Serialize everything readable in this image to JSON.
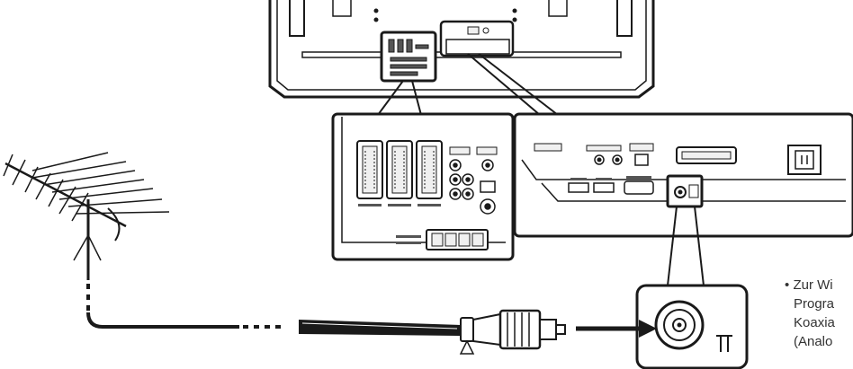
{
  "diagram": {
    "colors": {
      "line": "#1a1a1a",
      "panel_fill": "#ffffff",
      "port_fill": "#f0f0f0",
      "detail": "#555555"
    },
    "components": [
      {
        "id": "tv-rear",
        "kind": "tv-back-panel"
      },
      {
        "id": "antenna",
        "kind": "roof-antenna-icon"
      },
      {
        "id": "coax-cable",
        "kind": "coaxial-cable"
      },
      {
        "id": "left-terminal-zoom",
        "kind": "zoom-callout-scart-terminals"
      },
      {
        "id": "right-terminal-zoom",
        "kind": "zoom-callout-rear-terminals"
      },
      {
        "id": "antenna-jack-zoom",
        "kind": "zoom-callout-antenna-input"
      }
    ],
    "note": {
      "bullet": "•",
      "lines": [
        "Zur Wi",
        "Progra",
        "Koaxia",
        "(Analo"
      ]
    }
  }
}
